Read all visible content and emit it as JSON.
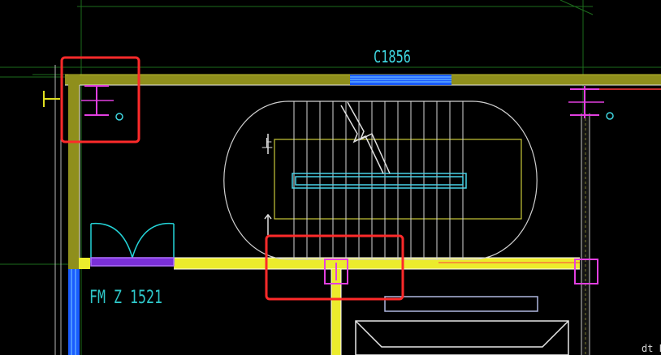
{
  "drawing": {
    "window_label": "C1856",
    "door_label": "FM Z 1521",
    "stair_up_mark": "上",
    "corner_text": "dt E",
    "colors": {
      "background": "#000000",
      "wall_olive": "#8f8f1c",
      "wall_yellow": "#ecec2c",
      "window_blue": "#2a7bff",
      "column_magenta": "#e23fe0",
      "door_cyan": "#24d4d8",
      "stair_white": "#d8d8d8",
      "stair_cyan": "#49d2e8",
      "axis_green": "#1d6b1d",
      "highlight_red": "#ff2a2a",
      "grid_gray": "#9a9a9a"
    },
    "highlights": [
      {
        "name": "column-top-left"
      },
      {
        "name": "column-bottom-center"
      }
    ]
  }
}
